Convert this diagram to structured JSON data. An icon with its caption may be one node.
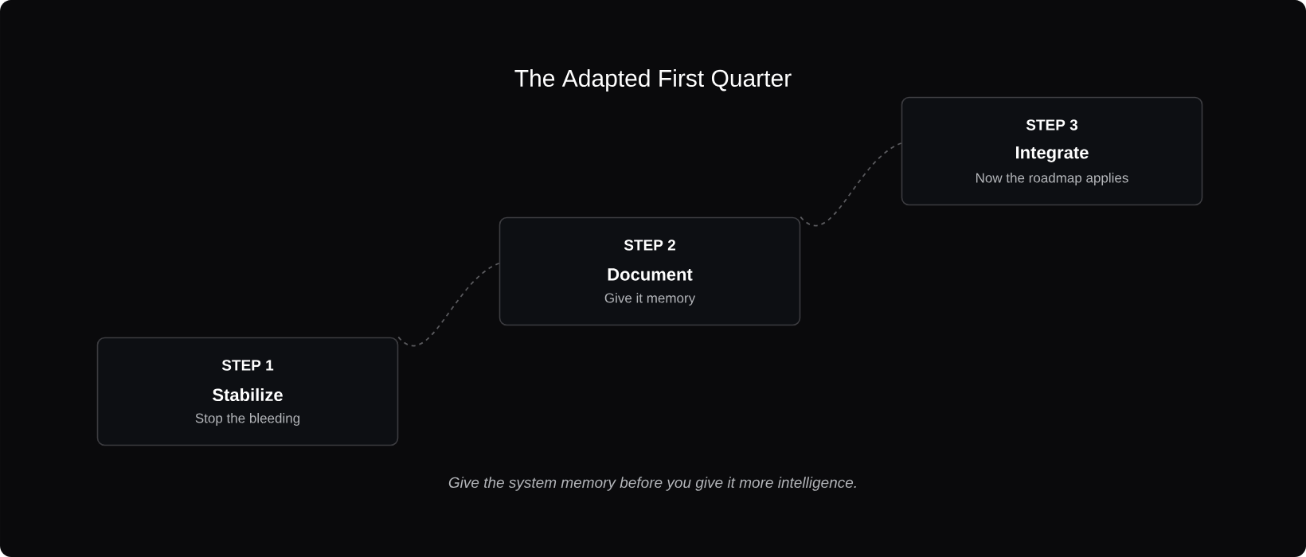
{
  "diagram": {
    "title": "The Adapted First Quarter",
    "caption": "Give the system memory before you give it more intelligence.",
    "nodes": [
      {
        "text": [
          "STEP 1",
          "Stabilize",
          "Stop the bleeding"
        ]
      },
      {
        "text": [
          "STEP 2",
          "Document",
          "Give it memory"
        ]
      },
      {
        "text": [
          "STEP 3",
          "Integrate",
          "Now the roadmap applies"
        ]
      }
    ],
    "edges": [
      {
        "from": 0,
        "to": 1,
        "arrow": "none",
        "style": "dashed"
      },
      {
        "from": 1,
        "to": 2,
        "arrow": "none",
        "style": "dashed"
      }
    ]
  }
}
